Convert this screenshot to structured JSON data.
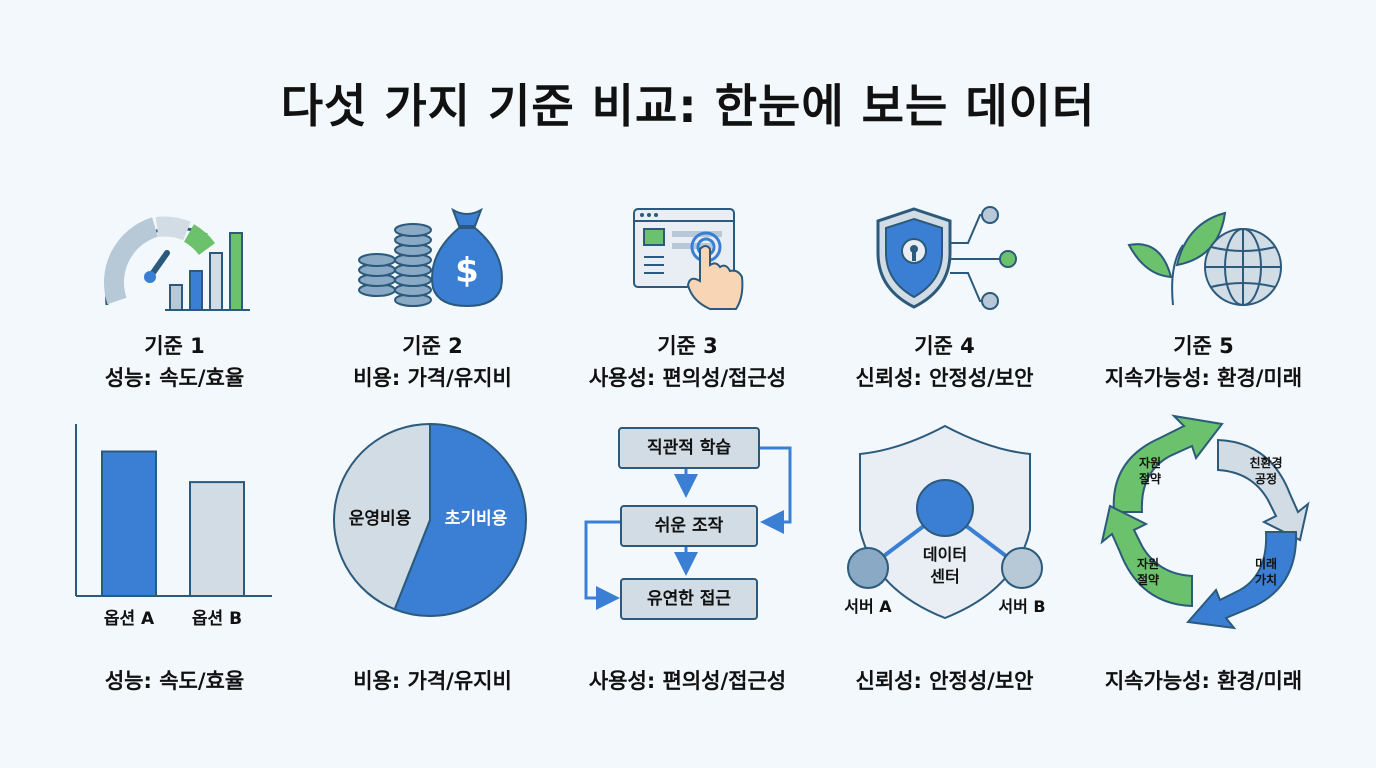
{
  "title": "다섯 가지 기준 비교: 한눈에 보는 데이터",
  "criteria": [
    {
      "name": "기준 1",
      "desc": "성능: 속도/효율",
      "icon": "speedometer-chart-icon"
    },
    {
      "name": "기준 2",
      "desc": "비용: 가격/유지비",
      "icon": "money-bag-coins-icon"
    },
    {
      "name": "기준 3",
      "desc": "사용성: 편의성/접근성",
      "icon": "browser-touch-icon"
    },
    {
      "name": "기준 4",
      "desc": "신뢰성: 안정성/보안",
      "icon": "shield-lock-network-icon"
    },
    {
      "name": "기준 5",
      "desc": "지속가능성: 환경/미래",
      "icon": "leaf-globe-icon"
    }
  ],
  "bar_panel": {
    "options": [
      "옵션 A",
      "옵션 B"
    ],
    "values": [
      0.85,
      0.67
    ],
    "colors": [
      "#3b7fd4",
      "#d2dce4"
    ]
  },
  "pie_panel": {
    "slices": [
      {
        "label": "초기비용",
        "share": 0.56,
        "color": "#3b7fd4"
      },
      {
        "label": "운영비용",
        "share": 0.44,
        "color": "#d2dce4"
      }
    ]
  },
  "flow_panel": {
    "steps": [
      "직관적 학습",
      "쉬운 조작",
      "유연한 접근"
    ]
  },
  "network_panel": {
    "center": "데이터\n센터",
    "center_line1": "데이터",
    "center_line2": "센터",
    "left": "서버 A",
    "right": "서버 B"
  },
  "cycle_panel": {
    "segments": [
      {
        "line1": "자원",
        "line2": "절약",
        "color": "#6cc26c"
      },
      {
        "line1": "친환경",
        "line2": "공정",
        "color": "#d2dce4"
      },
      {
        "line1": "미래",
        "line2": "가치",
        "color": "#3b7fd4"
      },
      {
        "line1": "자원",
        "line2": "절약",
        "color": "#6cc26c"
      }
    ]
  },
  "bottom_labels": [
    "성능: 속도/효율",
    "비용: 가격/유지비",
    "사용성: 편의성/접근성",
    "신뢰성: 안정성/보안",
    "지속가능성: 환경/미래"
  ]
}
